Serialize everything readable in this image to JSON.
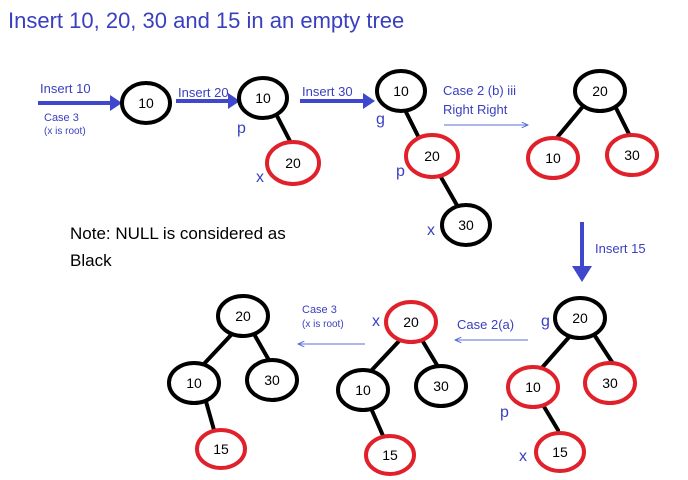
{
  "title": "Insert 10, 20, 30 and 15 in an empty tree",
  "note": {
    "line1": "Note: NULL is considered as",
    "line2": "Black"
  },
  "colors": {
    "text_blue": "#3a3fbf",
    "arrow_blue": "#3f48cc",
    "red": "#e0202a",
    "black": "#000000",
    "thin_arrow": "#5a6fd8"
  },
  "steps": {
    "insert10": {
      "label": "Insert 10",
      "case": "Case 3",
      "case_sub": "(x is root)"
    },
    "insert20": {
      "label": "Insert 20"
    },
    "insert30": {
      "label": "Insert 30"
    },
    "case2biii": {
      "line1": "Case 2 (b) iii",
      "line2": "Right Right"
    },
    "insert15": {
      "label": "Insert 15"
    },
    "case2a": {
      "label": "Case 2(a)"
    },
    "case3b": {
      "line1": "Case 3",
      "line2": "(x is root)"
    }
  },
  "markers": {
    "p": "p",
    "x": "x",
    "g": "g"
  },
  "nodes": {
    "t1_root": "10",
    "t2_root": "10",
    "t2_right": "20",
    "t3_root": "10",
    "t3_right": "20",
    "t3_rr": "30",
    "t4_root": "20",
    "t4_left": "10",
    "t4_right": "30",
    "t5_root": "20",
    "t5_left": "10",
    "t5_right": "30",
    "t5_lr": "15",
    "t6_root": "20",
    "t6_left": "10",
    "t6_right": "30",
    "t6_lr": "15",
    "t7_root": "20",
    "t7_left": "10",
    "t7_right": "30",
    "t7_lr": "15"
  }
}
